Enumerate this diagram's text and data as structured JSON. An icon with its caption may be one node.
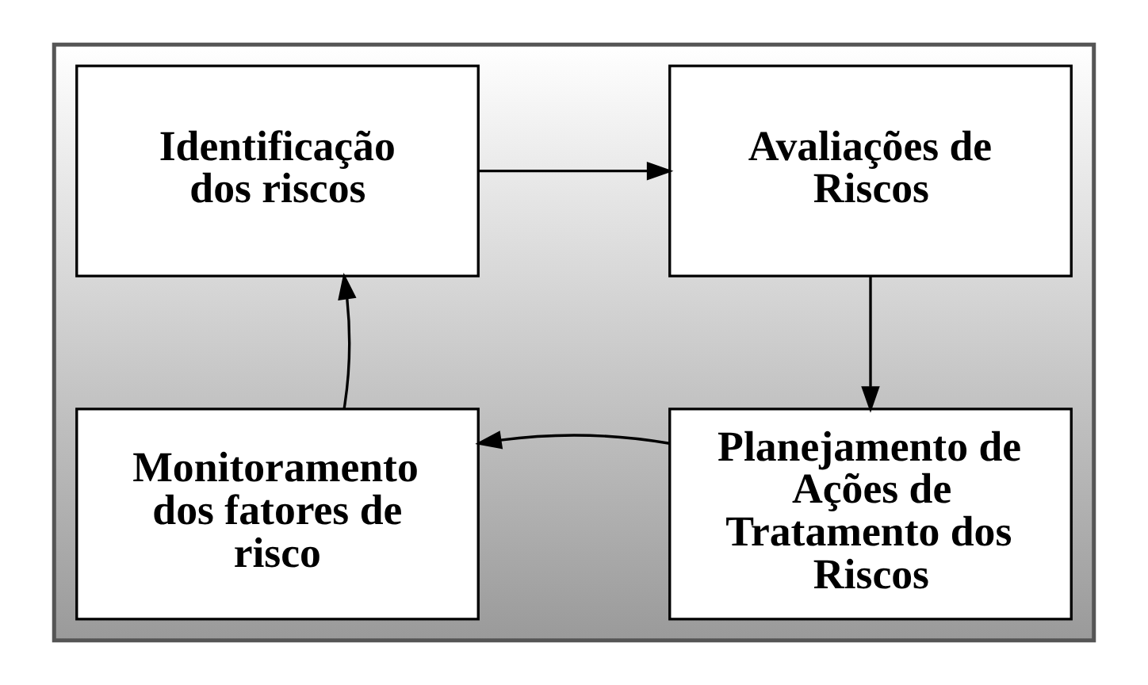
{
  "diagram": {
    "nodes": [
      {
        "text": [],
        "shape": "box"
      },
      {
        "text": [
          "Identificação dos riscos"
        ],
        "in": 0
      },
      {
        "text": [
          "Avaliações de Riscos"
        ],
        "in": 0
      },
      {
        "text": [
          "Planejamento de Ações de Tratamento dos Riscos"
        ],
        "in": 0
      },
      {
        "text": [
          "Monitoramento dos fatores de risco"
        ],
        "in": 0
      }
    ],
    "edges": [
      {
        "from": 1,
        "to": 2,
        "arrow": "to"
      },
      {
        "from": 2,
        "to": 3,
        "arrow": "to"
      },
      {
        "from": 3,
        "to": 4,
        "arrow": "to"
      },
      {
        "from": 4,
        "to": 1,
        "arrow": "to"
      }
    ]
  }
}
